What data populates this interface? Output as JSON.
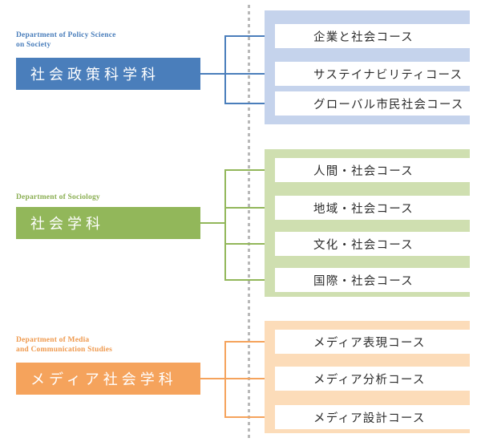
{
  "diagram": {
    "title": "Faculty departments and course tracks",
    "divider_style": "dotted-vertical"
  },
  "groups": [
    {
      "id": "policy-science",
      "color": "#4a7ebb",
      "panel_color": "#c5d3ec",
      "en_label": "Department of Policy Science\non Society",
      "ja_label": "社会政策科学科",
      "courses": [
        {
          "label": "企業と社会コース"
        },
        {
          "label": "サステイナビリティコース"
        },
        {
          "label": "グローバル市民社会コース"
        }
      ]
    },
    {
      "id": "sociology",
      "color": "#92b75a",
      "panel_color": "#cfdfb0",
      "en_label": "Department of Sociology",
      "ja_label": "社会学科",
      "courses": [
        {
          "label": "人間・社会コース"
        },
        {
          "label": "地域・社会コース"
        },
        {
          "label": "文化・社会コース"
        },
        {
          "label": "国際・社会コース"
        }
      ]
    },
    {
      "id": "media-communication",
      "color": "#f5a košice",
      "panel_color": "#fcdcb9",
      "en_label": "Department of Media\nand Communication Studies",
      "ja_label": "メディア社会学科",
      "courses": [
        {
          "label": "メディア表現コース"
        },
        {
          "label": "メディア分析コース"
        },
        {
          "label": "メディア設計コース"
        }
      ]
    }
  ],
  "colors": {
    "blue": "#4a7ebb",
    "blue_panel": "#c5d3ec",
    "green": "#92b75a",
    "green_panel": "#cfdfb0",
    "orange": "#f5a košice",
    "orange_panel": "#fcdcb9",
    "divider": "#b9b9b9",
    "course_text": "#2b2b2b"
  }
}
